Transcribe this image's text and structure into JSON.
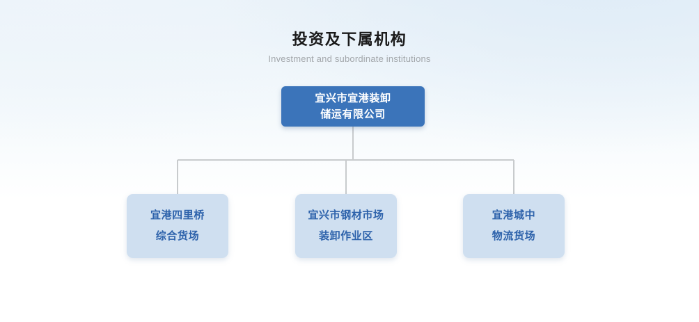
{
  "page": {
    "background_top_color": "#eaf2f9",
    "background_bottom_color": "#ffffff"
  },
  "heading": {
    "title": "投资及下属机构",
    "subtitle": "Investment and subordinate institutions",
    "title_color": "#1a1a1a",
    "subtitle_color": "#a2a6aa"
  },
  "org_chart": {
    "connector_color": "#c8cbcd",
    "root": {
      "label": "宜兴市宜港装卸\n储运有限公司",
      "fill_color": "#3b74ba",
      "text_color": "#ffffff"
    },
    "children": [
      {
        "label": "宜港四里桥\n综合货场",
        "fill_color": "#cfdff0",
        "text_color": "#2d62ab"
      },
      {
        "label": "宜兴市钢材市场\n装卸作业区",
        "fill_color": "#cfdff0",
        "text_color": "#2d62ab"
      },
      {
        "label": "宜港城中\n物流货场",
        "fill_color": "#cfdff0",
        "text_color": "#2d62ab"
      }
    ]
  }
}
